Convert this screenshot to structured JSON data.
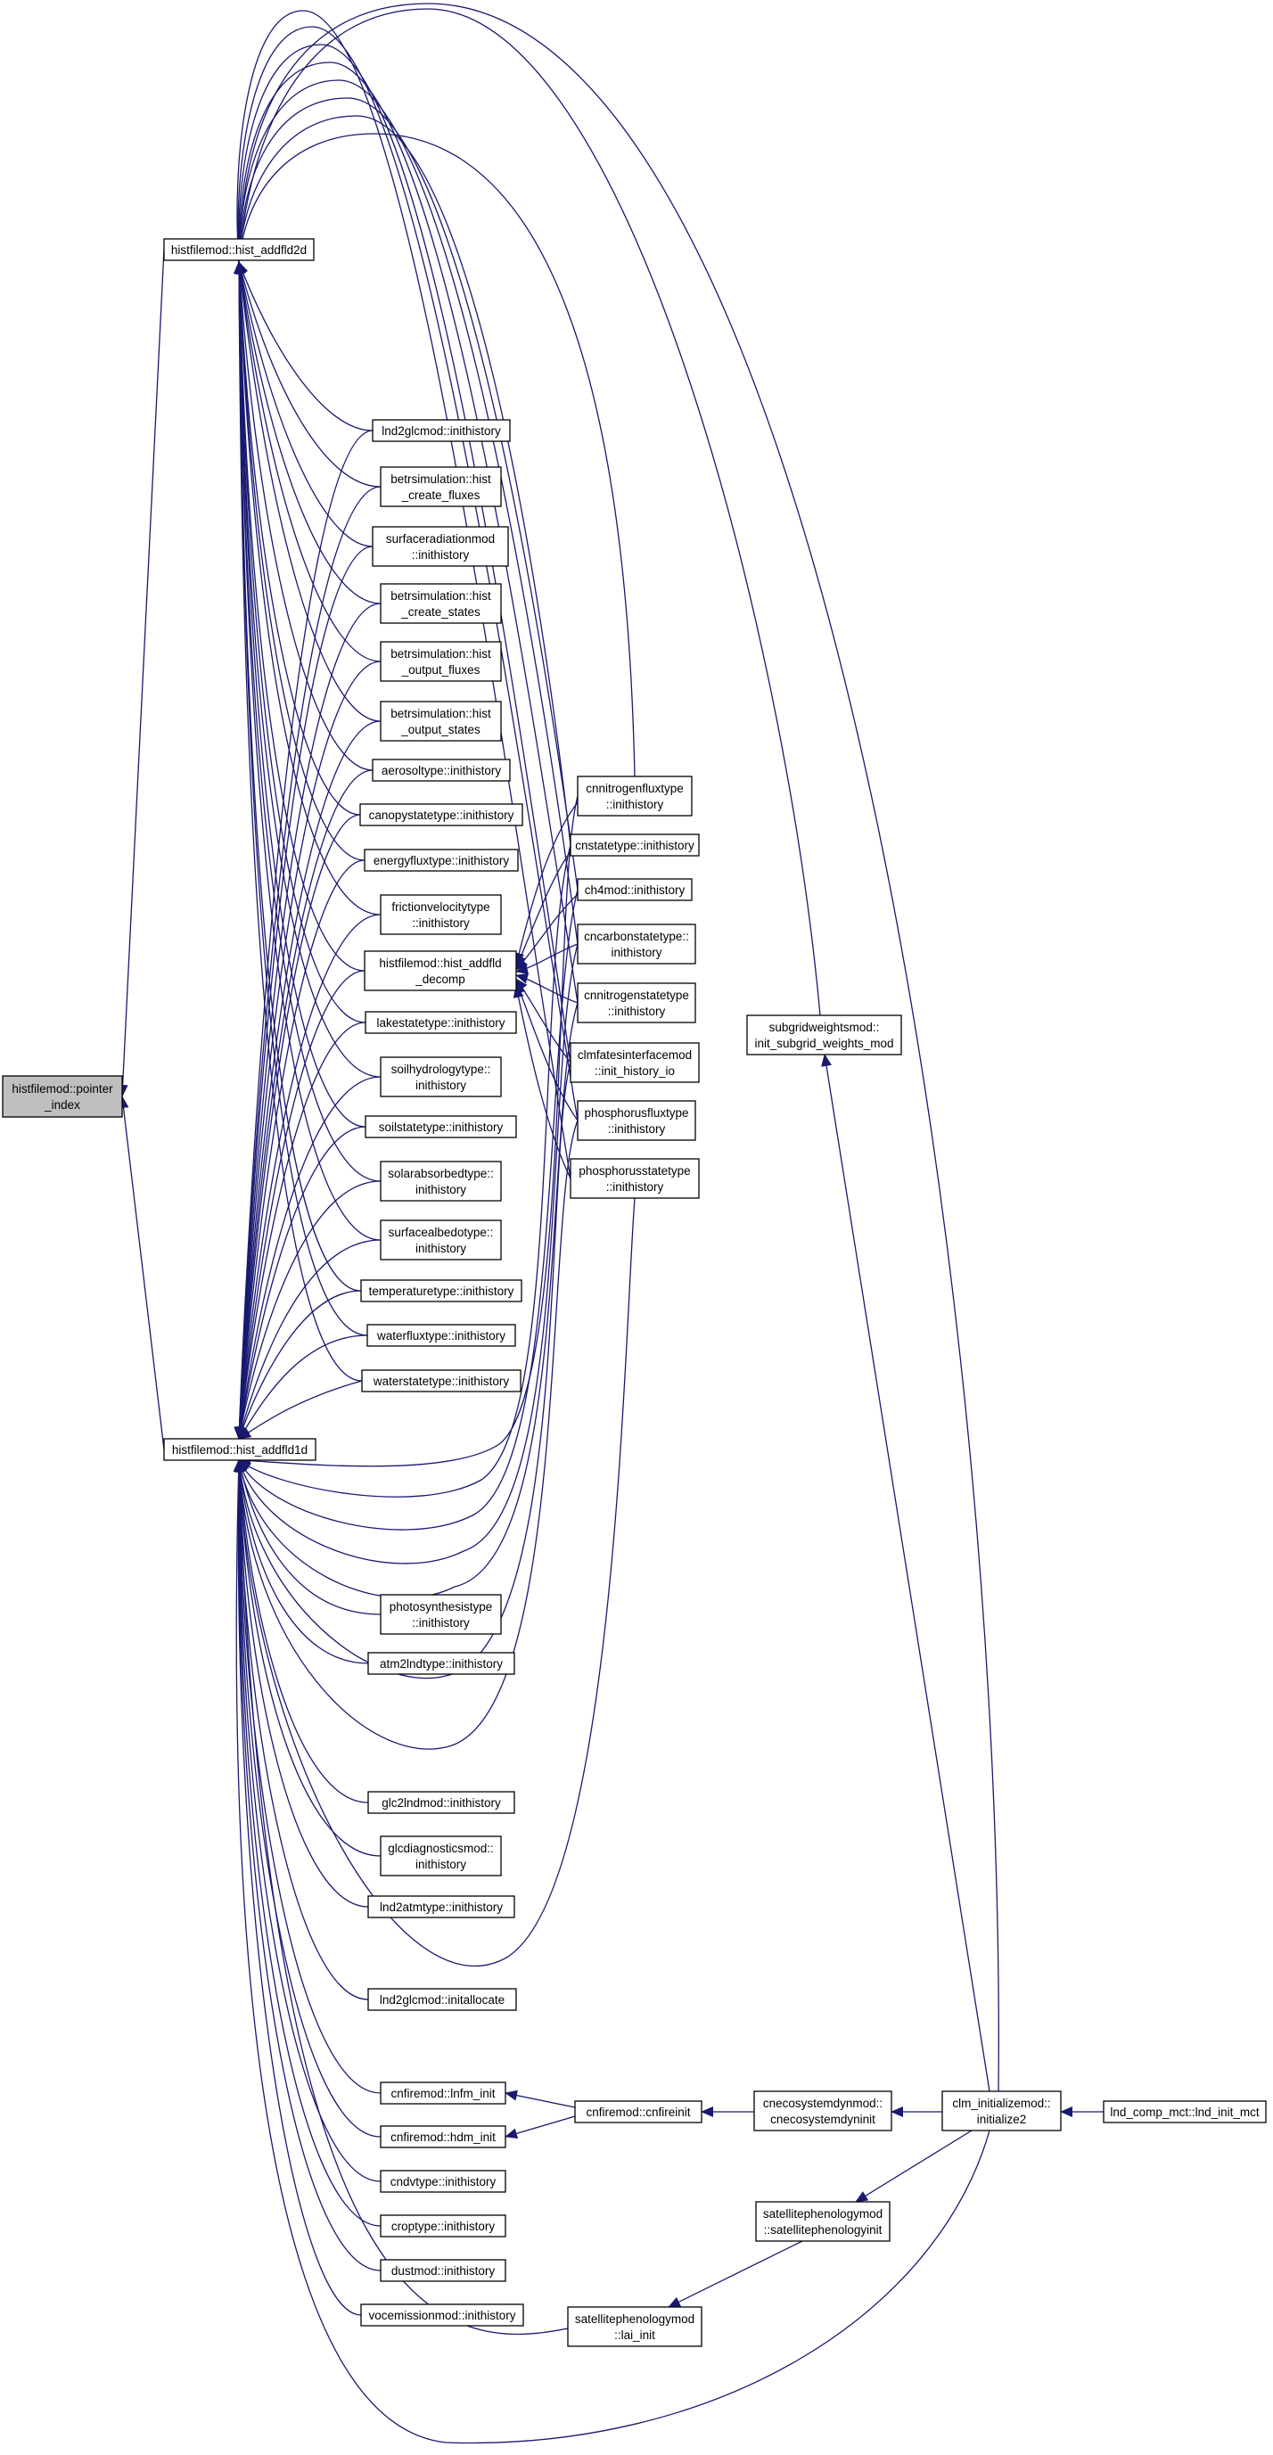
{
  "colors": {
    "edge": "#191970",
    "node_fill": "#ffffff",
    "root_fill": "#bfbfbf",
    "border": "#000000"
  },
  "nodes": [
    {
      "id": "pointer_index",
      "lines": [
        "histfilemod::pointer",
        "_index"
      ],
      "root": true
    },
    {
      "id": "hist_addfld2d",
      "lines": [
        "histfilemod::hist_addfld2d"
      ]
    },
    {
      "id": "hist_addfld1d",
      "lines": [
        "histfilemod::hist_addfld1d"
      ]
    },
    {
      "id": "hist_addfld_decomp",
      "lines": [
        "histfilemod::hist_addfld",
        "_decomp"
      ]
    },
    {
      "id": "lnd2glc_inithistory",
      "lines": [
        "lnd2glcmod::inithistory"
      ]
    },
    {
      "id": "betr_create_fluxes",
      "lines": [
        "betrsimulation::hist",
        "_create_fluxes"
      ]
    },
    {
      "id": "surfrad",
      "lines": [
        "surfaceradiationmod",
        "::inithistory"
      ]
    },
    {
      "id": "betr_create_states",
      "lines": [
        "betrsimulation::hist",
        "_create_states"
      ]
    },
    {
      "id": "betr_output_fluxes",
      "lines": [
        "betrsimulation::hist",
        "_output_fluxes"
      ]
    },
    {
      "id": "betr_output_states",
      "lines": [
        "betrsimulation::hist",
        "_output_states"
      ]
    },
    {
      "id": "aerosol",
      "lines": [
        "aerosoltype::inithistory"
      ]
    },
    {
      "id": "canopy",
      "lines": [
        "canopystatetype::inithistory"
      ]
    },
    {
      "id": "energyflux",
      "lines": [
        "energyfluxtype::inithistory"
      ]
    },
    {
      "id": "frictionvel",
      "lines": [
        "frictionvelocitytype",
        "::inithistory"
      ]
    },
    {
      "id": "lakestate",
      "lines": [
        "lakestatetype::inithistory"
      ]
    },
    {
      "id": "soilhydro",
      "lines": [
        "soilhydrologytype::",
        "inithistory"
      ]
    },
    {
      "id": "soilstate",
      "lines": [
        "soilstatetype::inithistory"
      ]
    },
    {
      "id": "solarabs",
      "lines": [
        "solarabsorbedtype::",
        "inithistory"
      ]
    },
    {
      "id": "surfalbedo",
      "lines": [
        "surfacealbedotype::",
        "inithistory"
      ]
    },
    {
      "id": "temperature",
      "lines": [
        "temperaturetype::inithistory"
      ]
    },
    {
      "id": "waterflux",
      "lines": [
        "waterfluxtype::inithistory"
      ]
    },
    {
      "id": "waterstate",
      "lines": [
        "waterstatetype::inithistory"
      ]
    },
    {
      "id": "cnnitrogenflux",
      "lines": [
        "cnnitrogenfluxtype",
        "::inithistory"
      ]
    },
    {
      "id": "cnstate",
      "lines": [
        "cnstatetype::inithistory"
      ]
    },
    {
      "id": "ch4",
      "lines": [
        "ch4mod::inithistory"
      ]
    },
    {
      "id": "cncarbonstate",
      "lines": [
        "cncarbonstatetype::",
        "inithistory"
      ]
    },
    {
      "id": "cnnitrogenstate",
      "lines": [
        "cnnitrogenstatetype",
        "::inithistory"
      ]
    },
    {
      "id": "clmfates",
      "lines": [
        "clmfatesinterfacemod",
        "::init_history_io"
      ]
    },
    {
      "id": "phosflux",
      "lines": [
        "phosphorusfluxtype",
        "::inithistory"
      ]
    },
    {
      "id": "phosstate",
      "lines": [
        "phosphorusstatetype",
        "::inithistory"
      ]
    },
    {
      "id": "subgrid",
      "lines": [
        "subgridweightsmod::",
        "init_subgrid_weights_mod"
      ]
    },
    {
      "id": "photosyn",
      "lines": [
        "photosynthesistype",
        "::inithistory"
      ]
    },
    {
      "id": "atm2lnd",
      "lines": [
        "atm2lndtype::inithistory"
      ]
    },
    {
      "id": "glc2lnd",
      "lines": [
        "glc2lndmod::inithistory"
      ]
    },
    {
      "id": "glcdiag",
      "lines": [
        "glcdiagnosticsmod::",
        "inithistory"
      ]
    },
    {
      "id": "lnd2atm",
      "lines": [
        "lnd2atmtype::inithistory"
      ]
    },
    {
      "id": "lnd2glc_initalloc",
      "lines": [
        "lnd2glcmod::initallocate"
      ]
    },
    {
      "id": "lnfm_init",
      "lines": [
        "cnfiremod::lnfm_init"
      ]
    },
    {
      "id": "hdm_init",
      "lines": [
        "cnfiremod::hdm_init"
      ]
    },
    {
      "id": "cnfireinit",
      "lines": [
        "cnfiremod::cnfireinit"
      ]
    },
    {
      "id": "cnecodyninit",
      "lines": [
        "cnecosystemdynmod::",
        "cnecosystemdyninit"
      ]
    },
    {
      "id": "initialize2",
      "lines": [
        "clm_initializemod::",
        "initialize2"
      ]
    },
    {
      "id": "lnd_init_mct",
      "lines": [
        "lnd_comp_mct::lnd_init_mct"
      ]
    },
    {
      "id": "cndv",
      "lines": [
        "cndvtype::inithistory"
      ]
    },
    {
      "id": "crop",
      "lines": [
        "croptype::inithistory"
      ]
    },
    {
      "id": "dust",
      "lines": [
        "dustmod::inithistory"
      ]
    },
    {
      "id": "voc",
      "lines": [
        "vocemissionmod::inithistory"
      ]
    },
    {
      "id": "satpheno_init",
      "lines": [
        "satellitephenologymod",
        "::satellitephenologyinit"
      ]
    },
    {
      "id": "lai_init",
      "lines": [
        "satellitephenologymod",
        "::lai_init"
      ]
    }
  ],
  "edges": [
    [
      "hist_addfld2d",
      "pointer_index"
    ],
    [
      "hist_addfld1d",
      "pointer_index"
    ],
    [
      "lnd2glc_inithistory",
      "hist_addfld2d"
    ],
    [
      "betr_create_fluxes",
      "hist_addfld2d"
    ],
    [
      "surfrad",
      "hist_addfld2d"
    ],
    [
      "betr_create_states",
      "hist_addfld2d"
    ],
    [
      "betr_output_fluxes",
      "hist_addfld2d"
    ],
    [
      "betr_output_states",
      "hist_addfld2d"
    ],
    [
      "aerosol",
      "hist_addfld2d"
    ],
    [
      "canopy",
      "hist_addfld2d"
    ],
    [
      "energyflux",
      "hist_addfld2d"
    ],
    [
      "frictionvel",
      "hist_addfld2d"
    ],
    [
      "hist_addfld_decomp",
      "hist_addfld2d"
    ],
    [
      "lakestate",
      "hist_addfld2d"
    ],
    [
      "soilhydro",
      "hist_addfld2d"
    ],
    [
      "soilstate",
      "hist_addfld2d"
    ],
    [
      "solarabs",
      "hist_addfld2d"
    ],
    [
      "surfalbedo",
      "hist_addfld2d"
    ],
    [
      "temperature",
      "hist_addfld2d"
    ],
    [
      "waterflux",
      "hist_addfld2d"
    ],
    [
      "waterstate",
      "hist_addfld2d"
    ],
    [
      "cnnitrogenflux",
      "hist_addfld2d"
    ],
    [
      "cnstate",
      "hist_addfld2d"
    ],
    [
      "ch4",
      "hist_addfld2d"
    ],
    [
      "cncarbonstate",
      "hist_addfld2d"
    ],
    [
      "cnnitrogenstate",
      "hist_addfld2d"
    ],
    [
      "clmfates",
      "hist_addfld2d"
    ],
    [
      "phosflux",
      "hist_addfld2d"
    ],
    [
      "phosstate",
      "hist_addfld2d"
    ],
    [
      "subgrid",
      "hist_addfld2d"
    ],
    [
      "initialize2",
      "hist_addfld2d"
    ],
    [
      "lnd2glc_inithistory",
      "hist_addfld1d"
    ],
    [
      "betr_create_fluxes",
      "hist_addfld1d"
    ],
    [
      "surfrad",
      "hist_addfld1d"
    ],
    [
      "betr_create_states",
      "hist_addfld1d"
    ],
    [
      "betr_output_fluxes",
      "hist_addfld1d"
    ],
    [
      "betr_output_states",
      "hist_addfld1d"
    ],
    [
      "aerosol",
      "hist_addfld1d"
    ],
    [
      "canopy",
      "hist_addfld1d"
    ],
    [
      "energyflux",
      "hist_addfld1d"
    ],
    [
      "frictionvel",
      "hist_addfld1d"
    ],
    [
      "hist_addfld_decomp",
      "hist_addfld1d"
    ],
    [
      "lakestate",
      "hist_addfld1d"
    ],
    [
      "soilhydro",
      "hist_addfld1d"
    ],
    [
      "soilstate",
      "hist_addfld1d"
    ],
    [
      "solarabs",
      "hist_addfld1d"
    ],
    [
      "surfalbedo",
      "hist_addfld1d"
    ],
    [
      "temperature",
      "hist_addfld1d"
    ],
    [
      "waterflux",
      "hist_addfld1d"
    ],
    [
      "waterstate",
      "hist_addfld1d"
    ],
    [
      "cnnitrogenflux",
      "hist_addfld1d"
    ],
    [
      "cnstate",
      "hist_addfld1d"
    ],
    [
      "ch4",
      "hist_addfld1d"
    ],
    [
      "cncarbonstate",
      "hist_addfld1d"
    ],
    [
      "cnnitrogenstate",
      "hist_addfld1d"
    ],
    [
      "clmfates",
      "hist_addfld1d"
    ],
    [
      "phosflux",
      "hist_addfld1d"
    ],
    [
      "phosstate",
      "hist_addfld1d"
    ],
    [
      "photosyn",
      "hist_addfld1d"
    ],
    [
      "atm2lnd",
      "hist_addfld1d"
    ],
    [
      "glc2lnd",
      "hist_addfld1d"
    ],
    [
      "glcdiag",
      "hist_addfld1d"
    ],
    [
      "lnd2atm",
      "hist_addfld1d"
    ],
    [
      "lnd2glc_initalloc",
      "hist_addfld1d"
    ],
    [
      "lnfm_init",
      "hist_addfld1d"
    ],
    [
      "hdm_init",
      "hist_addfld1d"
    ],
    [
      "cndv",
      "hist_addfld1d"
    ],
    [
      "crop",
      "hist_addfld1d"
    ],
    [
      "dust",
      "hist_addfld1d"
    ],
    [
      "voc",
      "hist_addfld1d"
    ],
    [
      "lai_init",
      "hist_addfld1d"
    ],
    [
      "initialize2",
      "hist_addfld1d"
    ],
    [
      "cnnitrogenflux",
      "hist_addfld_decomp"
    ],
    [
      "cnstate",
      "hist_addfld_decomp"
    ],
    [
      "ch4",
      "hist_addfld_decomp"
    ],
    [
      "cncarbonstate",
      "hist_addfld_decomp"
    ],
    [
      "cnnitrogenstate",
      "hist_addfld_decomp"
    ],
    [
      "clmfates",
      "hist_addfld_decomp"
    ],
    [
      "phosflux",
      "hist_addfld_decomp"
    ],
    [
      "phosstate",
      "hist_addfld_decomp"
    ],
    [
      "cnfireinit",
      "lnfm_init"
    ],
    [
      "cnfireinit",
      "hdm_init"
    ],
    [
      "cnecodyninit",
      "cnfireinit"
    ],
    [
      "initialize2",
      "cnecodyninit"
    ],
    [
      "lnd_init_mct",
      "initialize2"
    ],
    [
      "initialize2",
      "subgrid"
    ],
    [
      "initialize2",
      "satpheno_init"
    ],
    [
      "satpheno_init",
      "lai_init"
    ]
  ]
}
